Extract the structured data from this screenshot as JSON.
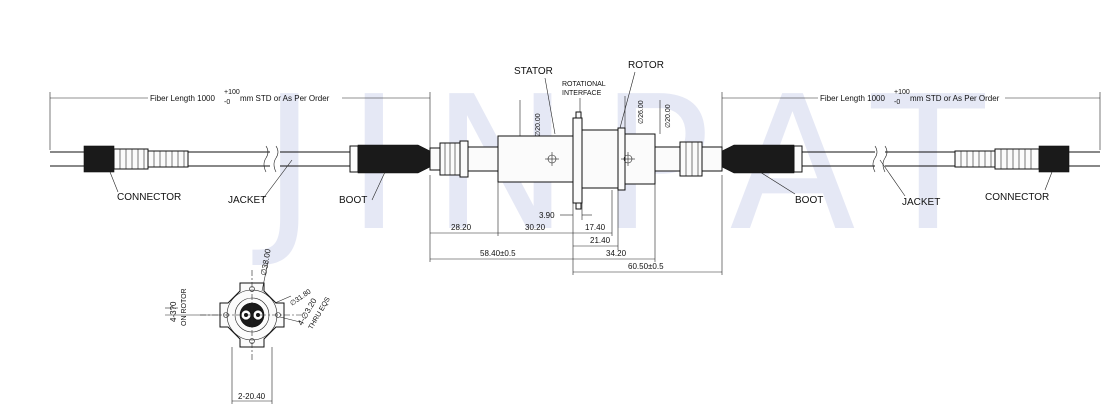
{
  "watermark": "JINPAT",
  "fiber_length_left": "Fiber Length 1000",
  "fiber_tol_plus": "+100",
  "fiber_tol_minus": "-0",
  "fiber_length_suffix": "mm STD or As Per Order",
  "labels": {
    "stator": "STATOR",
    "rotor": "ROTOR",
    "rotational_interface_1": "ROTATIONAL",
    "rotational_interface_2": "INTERFACE",
    "connector_left": "CONNECTOR",
    "jacket_left": "JACKET",
    "boot_left": "BOOT",
    "boot_right": "BOOT",
    "jacket_right": "JACKET",
    "connector_right": "CONNECTOR"
  },
  "dimensions": {
    "stator_dia": "∅20.00",
    "rotor_dia_26": "∅26.00",
    "rotor_dia_20": "∅20.00",
    "d_3_90": "3.90",
    "d_28_20": "28.20",
    "d_30_20": "30.20",
    "d_17_40": "17.40",
    "d_21_40": "21.40",
    "d_34_20": "34.20",
    "d_58_40": "58.40±0.5",
    "d_60_50": "60.50±0.5"
  },
  "end_view": {
    "dia_38": "∅38.00",
    "dia_31_80": "∅31.80",
    "holes_1": "4-∅3.20",
    "holes_2": "THRU EQS",
    "rotor_holes_1": "4-3?0",
    "rotor_holes_2": "ON ROTOR",
    "bottom_dim": "2-20.40"
  }
}
